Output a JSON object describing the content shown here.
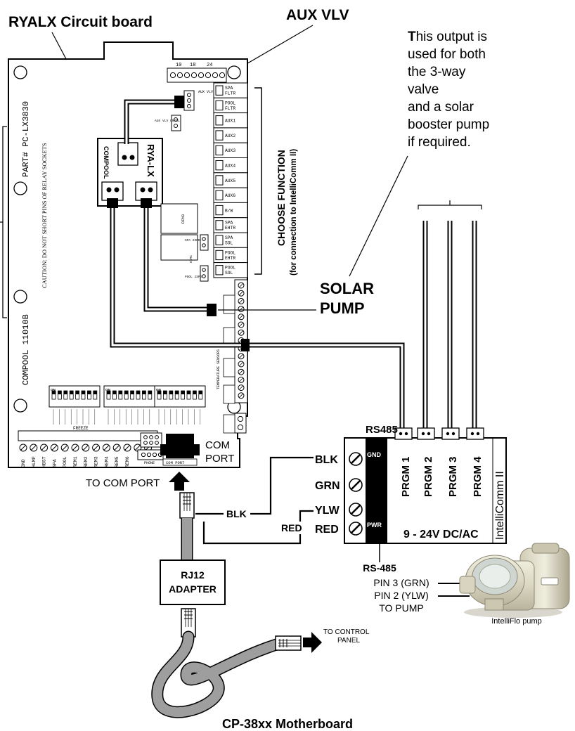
{
  "labels": {
    "ryalx_circuit_board": "RYALX Circuit board",
    "aux_vlv": "AUX VLV",
    "note_line1_bold": "T",
    "note_line1_rest": "his output is",
    "note_line2": "used for both",
    "note_line3": "the 3-way",
    "note_line4": "valve",
    "note_line5": "and a solar",
    "note_line6": "booster pump",
    "note_line7": "if required.",
    "choose_function_line1": "CHOOSE FUNCTION",
    "choose_function_line2": "(for connection to IntelliComm II)",
    "solar_line1": "SOLAR",
    "solar_line2": "PUMP",
    "rs485": "RS485",
    "com_port_line1": "COM",
    "com_port_line2": "PORT",
    "to_com_port": "TO COM PORT",
    "rj12_line1": "RJ12",
    "rj12_line2": "ADAPTER",
    "to_control_panel_line1": "TO CONTROL",
    "to_control_panel_line2": "PANEL",
    "rs485_pin_title": "RS-485",
    "pin3": "PIN 3 (GRN)",
    "pin2": "PIN 2 (YLW)",
    "to_pump": "TO PUMP",
    "intelliflo_pump": "IntelliFlo pump",
    "bottom_title": "CP-38xx Motherboard",
    "wire_blk": "BLK",
    "wire_red": "RED"
  },
  "board": {
    "part_number": "PART# PC-LX3830",
    "caution": "CAUTION: DO NOT SHORT PINS OF RELAY SOCKETS",
    "compool": "COMPOOL 11010B",
    "top_numbers": [
      "10",
      "18",
      "24"
    ],
    "relays": [
      "SPA FLTR",
      "POOL FLTR",
      "AUX1",
      "AUX2",
      "AUX3",
      "AUX4",
      "AUX5",
      "AUX6",
      "B/W",
      "SPA EHTR",
      "SPA SOL",
      "POOL EHTR",
      "POOL SOL"
    ],
    "aux_vlv_small": "AUX VLV",
    "aux_vlv_cntrl": "AUX VLV CNTRL",
    "ryalx_module": "RYA-LX",
    "compool_module": "COMPOOL",
    "dim3": "DIM3",
    "spa_2spd": "SPA 2SPD",
    "dim4": "DIM4",
    "pool_2spd": "POOL 2SPD",
    "terminal_labels": [
      "GND",
      "HLMP",
      "HBST",
      "SPA",
      "POOL",
      "REM1",
      "REM2",
      "REM3",
      "REM4",
      "REM5",
      "REM6"
    ],
    "freeze": "FREEZE",
    "com_port_small": "COM PORT",
    "phone": "PHONE",
    "temperature_sensors": "TEMPERATURE SENSORS",
    "dip_on": "ON"
  },
  "intellicomm": {
    "brand": "IntelliComm II",
    "gnd": "GND",
    "pwr": "PWR",
    "wires": [
      "BLK",
      "GRN",
      "YLW",
      "RED"
    ],
    "programs": [
      "PRGM 1",
      "PRGM 2",
      "PRGM 3",
      "PRGM 4"
    ],
    "voltage": "9 - 24V DC/AC"
  }
}
